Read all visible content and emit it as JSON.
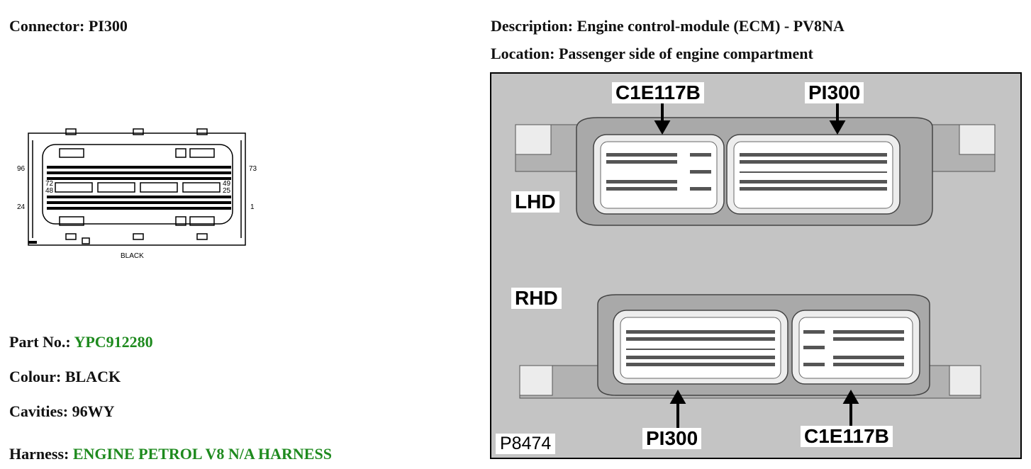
{
  "connector": {
    "label": "Connector:",
    "value": "PI300"
  },
  "description": {
    "label": "Description:",
    "value": "Engine control-module (ECM) - PV8NA"
  },
  "location": {
    "label": "Location:",
    "value": "Passenger side of engine compartment"
  },
  "part_no": {
    "label": "Part No.:",
    "value": "YPC912280"
  },
  "colour": {
    "label": "Colour:",
    "value": "BLACK"
  },
  "cavities": {
    "label": "Cavities:",
    "value": "96WY"
  },
  "harness": {
    "label": "Harness:",
    "value": "ENGINE PETROL V8 N/A HARNESS"
  },
  "diagram": {
    "pins": {
      "top_left": "96",
      "top_right": "73",
      "mid_left_a": "72",
      "mid_left_b": "48",
      "mid_right_a": "49",
      "mid_right_b": "25",
      "bottom_left": "24",
      "bottom_right": "1"
    },
    "colour_caption": "BLACK"
  },
  "photo": {
    "top_callout_left": "C1E117B",
    "top_callout_right": "PI300",
    "lhd": "LHD",
    "rhd": "RHD",
    "bottom_callout_left": "PI300",
    "bottom_callout_right": "C1E117B",
    "figure_id": "P8474"
  }
}
